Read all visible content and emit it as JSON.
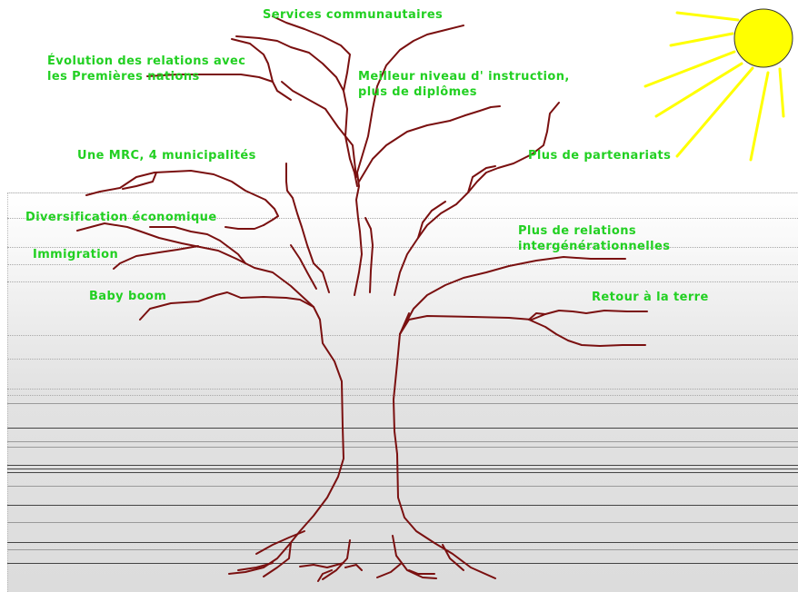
{
  "labels": {
    "services": "Services communautaires",
    "evolution_1": "Évolution des relations avec",
    "evolution_2": "les Premières nations",
    "instruction_1": "Meilleur niveau d' instruction,",
    "instruction_2": "plus de diplômes",
    "mrc": "Une MRC, 4 municipalités",
    "partenariats": "Plus de partenariats",
    "diversification": "Diversification économique",
    "relations_1": "Plus de relations",
    "relations_2": "intergénérationnelles",
    "immigration": "Immigration",
    "babyboom": "Baby boom",
    "retour": "Retour à la terre"
  },
  "colors": {
    "label": "#22d022",
    "tree": "#7a1010",
    "sun": "#ffff00",
    "sun_outline": "#333333"
  },
  "icons": {
    "sun": "sun-icon",
    "tree": "tree-drawing"
  }
}
